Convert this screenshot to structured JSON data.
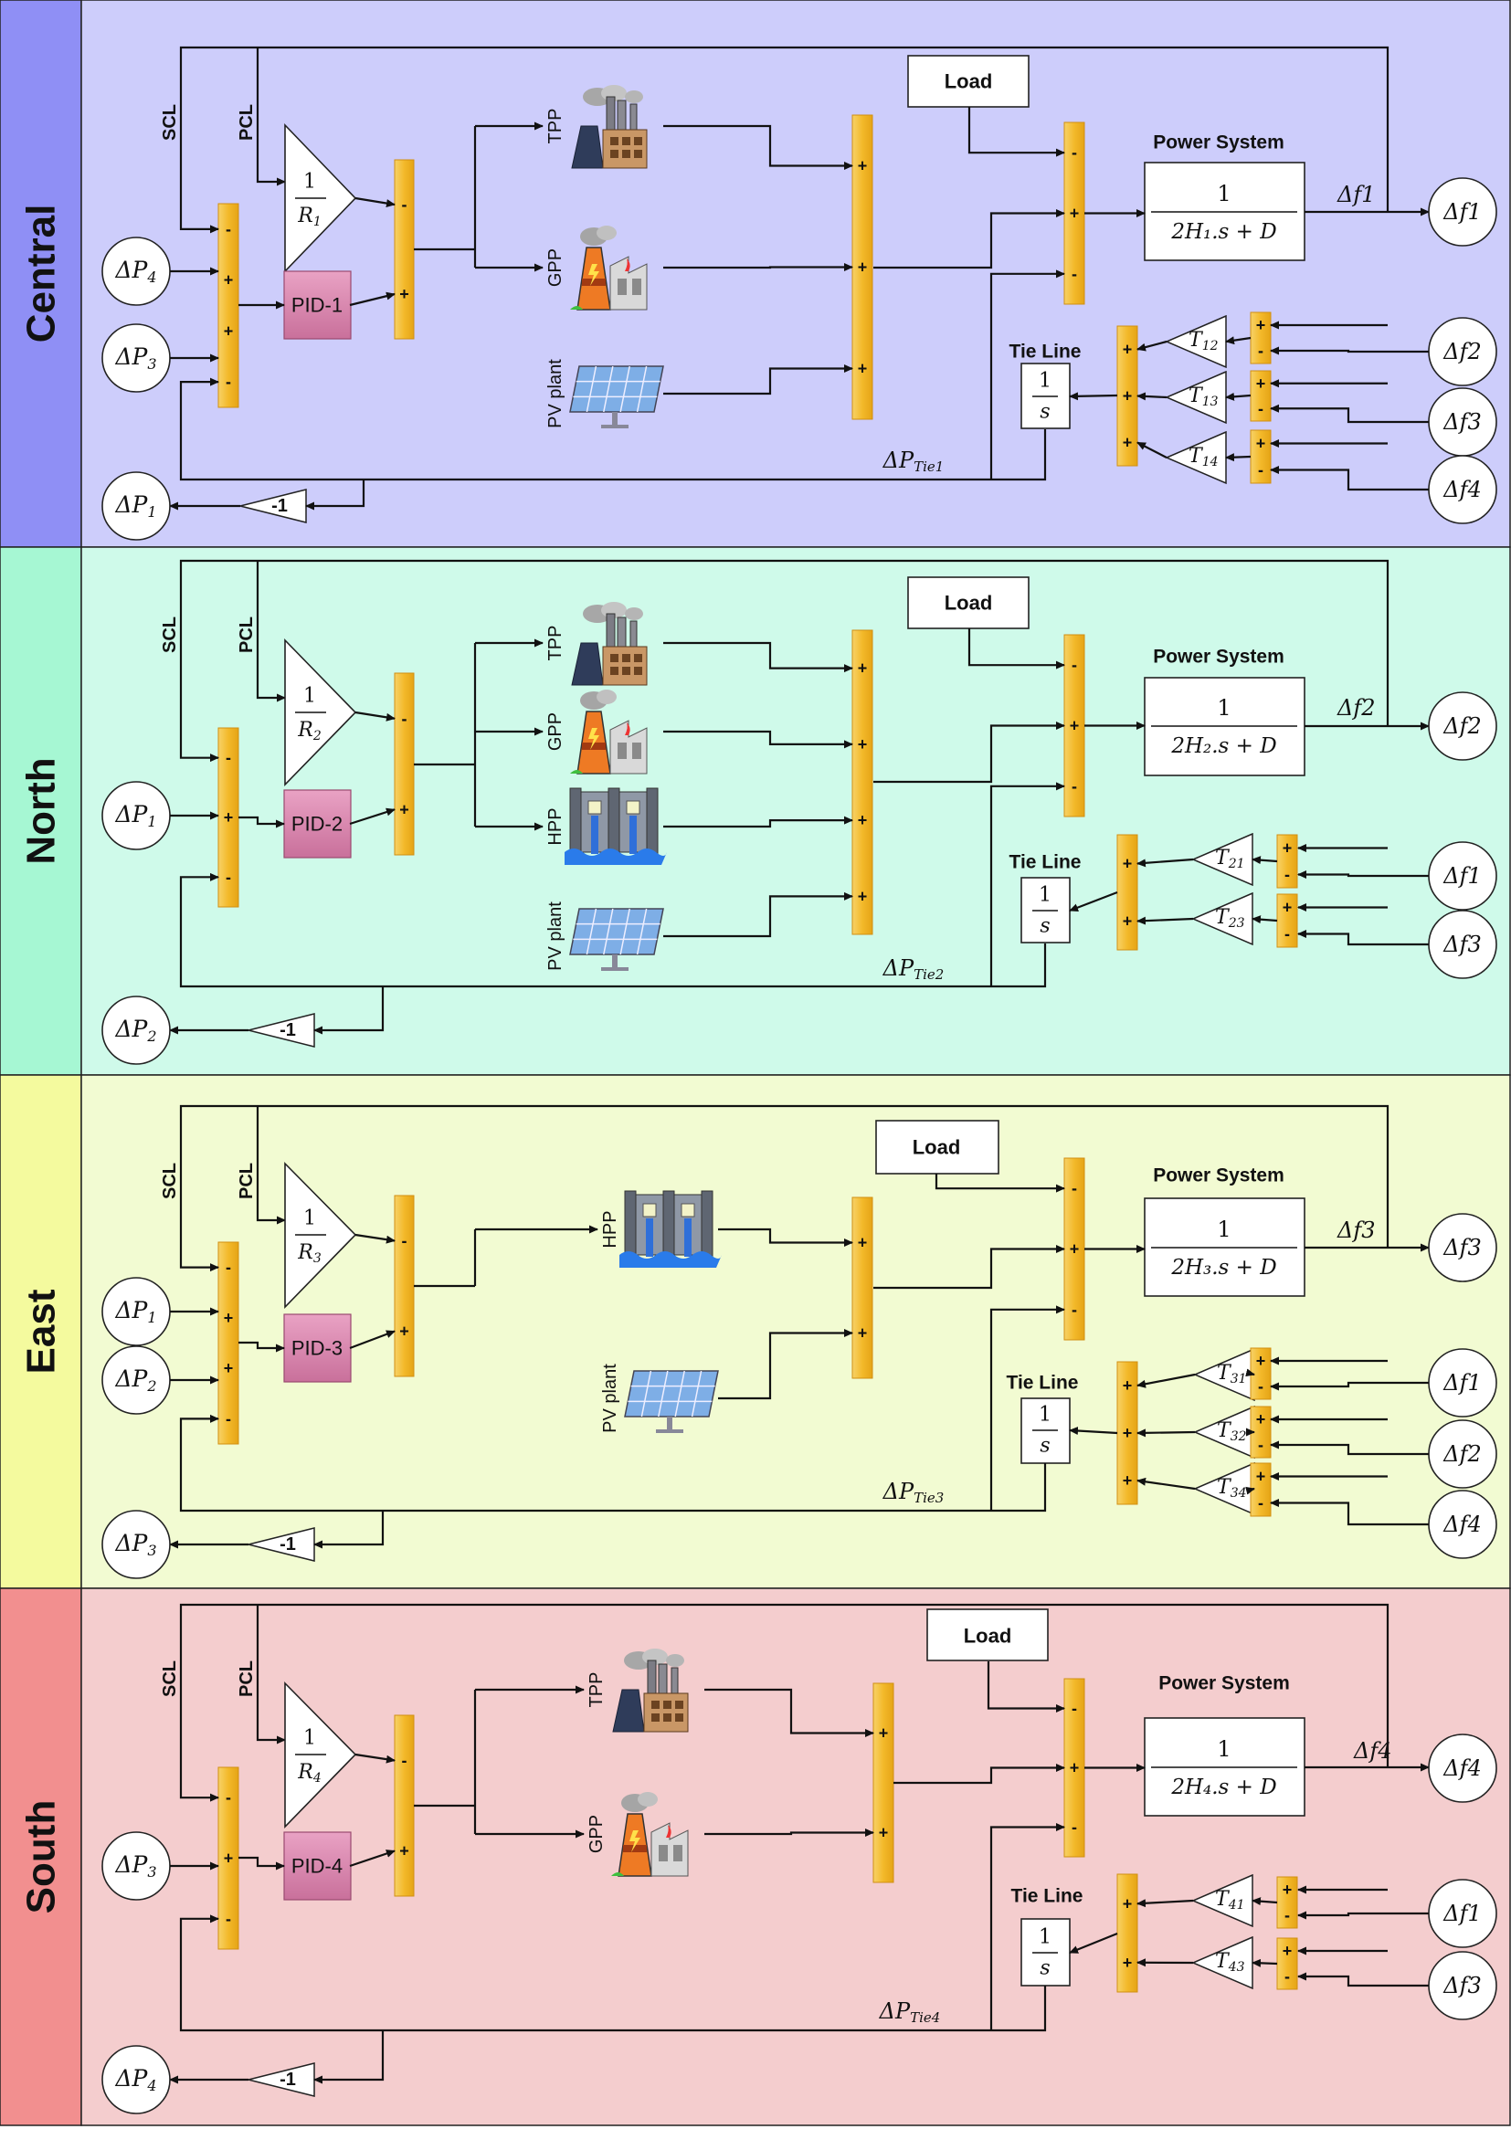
{
  "diagram": {
    "colors": {
      "Central": {
        "band": "#8f8ff5",
        "panel": "#cdcdfb"
      },
      "North": {
        "band": "#a6f7d3",
        "panel": "#cffaea"
      },
      "East": {
        "band": "#f4fa9e",
        "panel": "#f2fbd2"
      },
      "South": {
        "band": "#f28f8f",
        "panel": "#f4cdce"
      },
      "sum_block": "#f3c03c",
      "pid_block": "#d886ad"
    },
    "common": {
      "scl": "SCL",
      "pcl": "PCL",
      "load": "Load",
      "power_system": "Power System",
      "tie_line": "Tie Line",
      "integrator_num": "1",
      "integrator_den": "s",
      "gain_num": "1",
      "neg_gain": "-1",
      "tf_num": "1",
      "plus": "+",
      "minus": "-"
    },
    "areas": [
      {
        "name": "Central",
        "inputs": [
          {
            "base": "ΔP",
            "sub": "4"
          },
          {
            "base": "ΔP",
            "sub": "3"
          }
        ],
        "input_signs": [
          "-",
          "+",
          "+",
          "-"
        ],
        "droop": {
          "R": "R",
          "sub": "1"
        },
        "pid": "PID-1",
        "sources": [
          {
            "type": "TPP",
            "label": "TPP",
            "icon": "thermal-plant-icon"
          },
          {
            "type": "GPP",
            "label": "GPP",
            "icon": "geothermal-plant-icon"
          },
          {
            "type": "PV",
            "label": "PV plant",
            "icon": "solar-panel-icon"
          }
        ],
        "tf_den": "2H₁.s + D",
        "freq_out": "Δf1",
        "tie_inputs": [
          "Δf2",
          "Δf3",
          "Δf4"
        ],
        "tie_gains": [
          {
            "T": "T",
            "sub": "12"
          },
          {
            "T": "T",
            "sub": "13"
          },
          {
            "T": "T",
            "sub": "14"
          }
        ],
        "tie_signal": {
          "base": "ΔP",
          "sub": "Tie1"
        },
        "output": {
          "base": "ΔP",
          "sub": "1"
        }
      },
      {
        "name": "North",
        "inputs": [
          {
            "base": "ΔP",
            "sub": "1"
          }
        ],
        "input_signs": [
          "-",
          "+",
          "-"
        ],
        "droop": {
          "R": "R",
          "sub": "2"
        },
        "pid": "PID-2",
        "sources": [
          {
            "type": "TPP",
            "label": "TPP",
            "icon": "thermal-plant-icon"
          },
          {
            "type": "GPP",
            "label": "GPP",
            "icon": "geothermal-plant-icon"
          },
          {
            "type": "HPP",
            "label": "HPP",
            "icon": "hydro-dam-icon"
          },
          {
            "type": "PV",
            "label": "PV plant",
            "icon": "solar-panel-icon"
          }
        ],
        "tf_den": "2H₂.s + D",
        "freq_out": "Δf2",
        "tie_inputs": [
          "Δf1",
          "Δf3"
        ],
        "tie_gains": [
          {
            "T": "T",
            "sub": "21"
          },
          {
            "T": "T",
            "sub": "23"
          }
        ],
        "tie_signal": {
          "base": "ΔP",
          "sub": "Tie2"
        },
        "output": {
          "base": "ΔP",
          "sub": "2"
        }
      },
      {
        "name": "East",
        "inputs": [
          {
            "base": "ΔP",
            "sub": "1"
          },
          {
            "base": "ΔP",
            "sub": "2"
          }
        ],
        "input_signs": [
          "-",
          "+",
          "+",
          "-"
        ],
        "droop": {
          "R": "R",
          "sub": "3"
        },
        "pid": "PID-3",
        "sources": [
          {
            "type": "HPP",
            "label": "HPP",
            "icon": "hydro-dam-icon"
          },
          {
            "type": "PV",
            "label": "PV plant",
            "icon": "solar-panel-icon"
          }
        ],
        "tf_den": "2H₃.s + D",
        "freq_out": "Δf3",
        "tie_inputs": [
          "Δf1",
          "Δf2",
          "Δf4"
        ],
        "tie_gains": [
          {
            "T": "T",
            "sub": "31"
          },
          {
            "T": "T",
            "sub": "32"
          },
          {
            "T": "T",
            "sub": "34"
          }
        ],
        "tie_signal": {
          "base": "ΔP",
          "sub": "Tie3"
        },
        "output": {
          "base": "ΔP",
          "sub": "3"
        }
      },
      {
        "name": "South",
        "inputs": [
          {
            "base": "ΔP",
            "sub": "3"
          }
        ],
        "input_signs": [
          "-",
          "+",
          "-"
        ],
        "droop": {
          "R": "R",
          "sub": "4"
        },
        "pid": "PID-4",
        "sources": [
          {
            "type": "TPP",
            "label": "TPP",
            "icon": "thermal-plant-icon"
          },
          {
            "type": "GPP",
            "label": "GPP",
            "icon": "geothermal-plant-icon"
          }
        ],
        "tf_den": "2H₄.s + D",
        "freq_out": "Δf4",
        "tie_inputs": [
          "Δf1",
          "Δf3"
        ],
        "tie_gains": [
          {
            "T": "T",
            "sub": "41"
          },
          {
            "T": "T",
            "sub": "43"
          }
        ],
        "tie_signal": {
          "base": "ΔP",
          "sub": "Tie4"
        },
        "output": {
          "base": "ΔP",
          "sub": "4"
        }
      }
    ]
  }
}
